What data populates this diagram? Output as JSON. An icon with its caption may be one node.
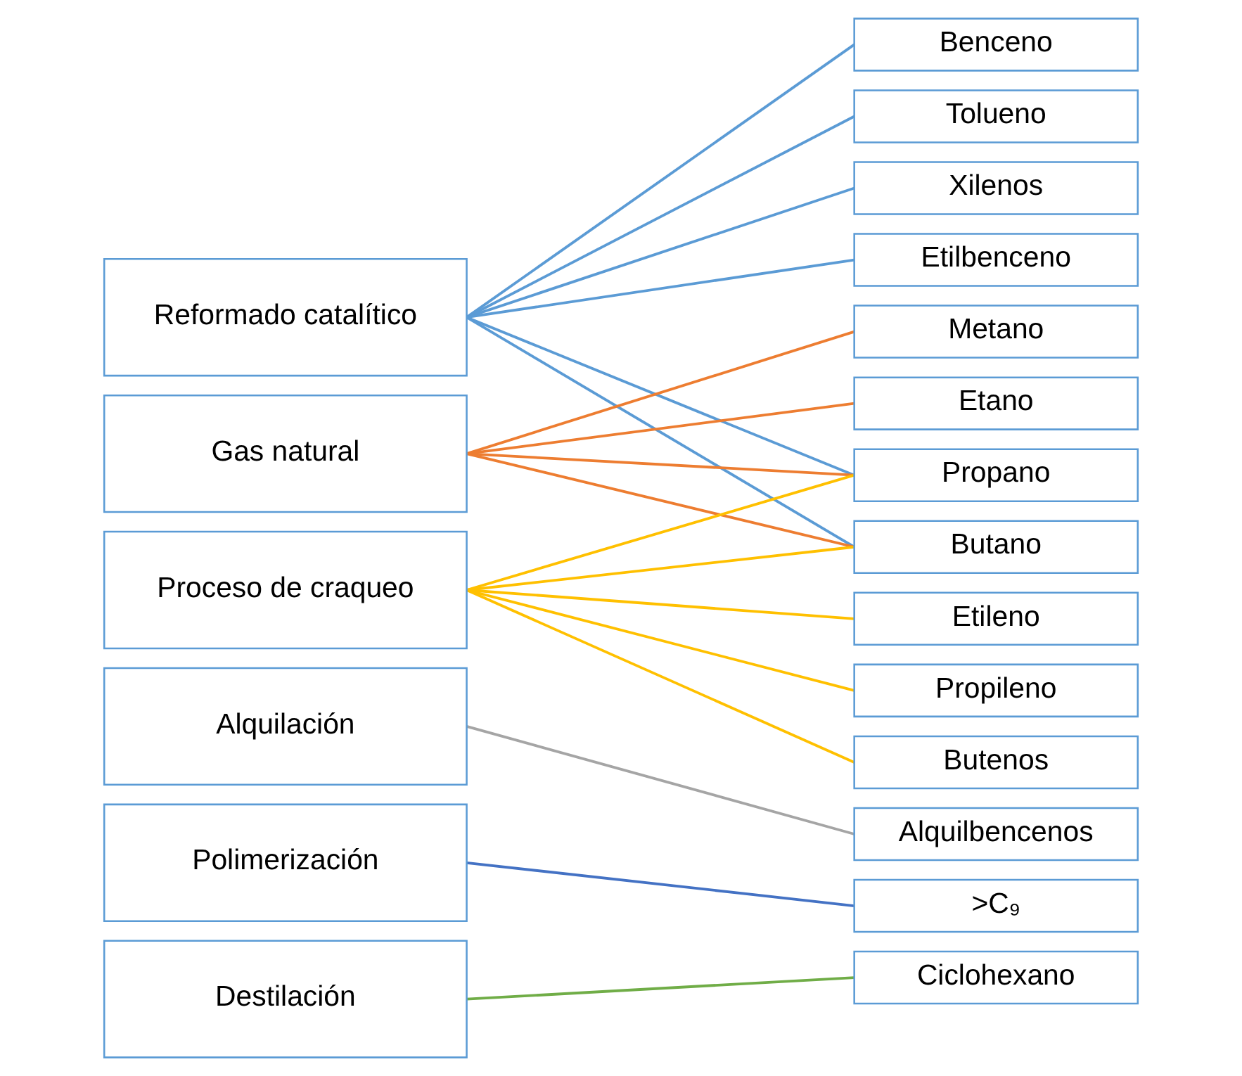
{
  "diagram": {
    "nodes": [
      {
        "text": [
          "Reformado catalítico"
        ]
      },
      {
        "text": [
          "Gas natural"
        ]
      },
      {
        "text": [
          "Proceso de craqueo"
        ]
      },
      {
        "text": [
          "Alquilación"
        ]
      },
      {
        "text": [
          "Polimerización"
        ]
      },
      {
        "text": [
          "Destilación"
        ]
      },
      {
        "text": [
          "Benceno"
        ]
      },
      {
        "text": [
          "Tolueno"
        ]
      },
      {
        "text": [
          "Xilenos"
        ]
      },
      {
        "text": [
          "Etilbenceno"
        ]
      },
      {
        "text": [
          "Metano"
        ]
      },
      {
        "text": [
          "Etano"
        ]
      },
      {
        "text": [
          "Propano"
        ]
      },
      {
        "text": [
          "Butano"
        ]
      },
      {
        "text": [
          "Etileno"
        ]
      },
      {
        "text": [
          "Propileno"
        ]
      },
      {
        "text": [
          "Butenos"
        ]
      },
      {
        "text": [
          "Alquilbencenos"
        ]
      },
      {
        "text": [
          ">C₉"
        ]
      },
      {
        "text": [
          "Ciclohexano"
        ]
      }
    ],
    "edges": [
      {
        "from": 0,
        "to": 6,
        "arrow": "none",
        "color": "#5b9bd5"
      },
      {
        "from": 0,
        "to": 7,
        "arrow": "none",
        "color": "#5b9bd5"
      },
      {
        "from": 0,
        "to": 8,
        "arrow": "none",
        "color": "#5b9bd5"
      },
      {
        "from": 0,
        "to": 9,
        "arrow": "none",
        "color": "#5b9bd5"
      },
      {
        "from": 0,
        "to": 12,
        "arrow": "none",
        "color": "#5b9bd5"
      },
      {
        "from": 0,
        "to": 13,
        "arrow": "none",
        "color": "#5b9bd5"
      },
      {
        "from": 1,
        "to": 10,
        "arrow": "none",
        "color": "#ed7d31"
      },
      {
        "from": 1,
        "to": 11,
        "arrow": "none",
        "color": "#ed7d31"
      },
      {
        "from": 1,
        "to": 12,
        "arrow": "none",
        "color": "#ed7d31"
      },
      {
        "from": 1,
        "to": 13,
        "arrow": "none",
        "color": "#ed7d31"
      },
      {
        "from": 2,
        "to": 12,
        "arrow": "none",
        "color": "#ffc000"
      },
      {
        "from": 2,
        "to": 13,
        "arrow": "none",
        "color": "#ffc000"
      },
      {
        "from": 2,
        "to": 14,
        "arrow": "none",
        "color": "#ffc000"
      },
      {
        "from": 2,
        "to": 15,
        "arrow": "none",
        "color": "#ffc000"
      },
      {
        "from": 2,
        "to": 16,
        "arrow": "none",
        "color": "#ffc000"
      },
      {
        "from": 3,
        "to": 17,
        "arrow": "none",
        "color": "#a5a5a5"
      },
      {
        "from": 4,
        "to": 18,
        "arrow": "none",
        "color": "#4472c4"
      },
      {
        "from": 5,
        "to": 19,
        "arrow": "none",
        "color": "#70ad47"
      }
    ]
  }
}
